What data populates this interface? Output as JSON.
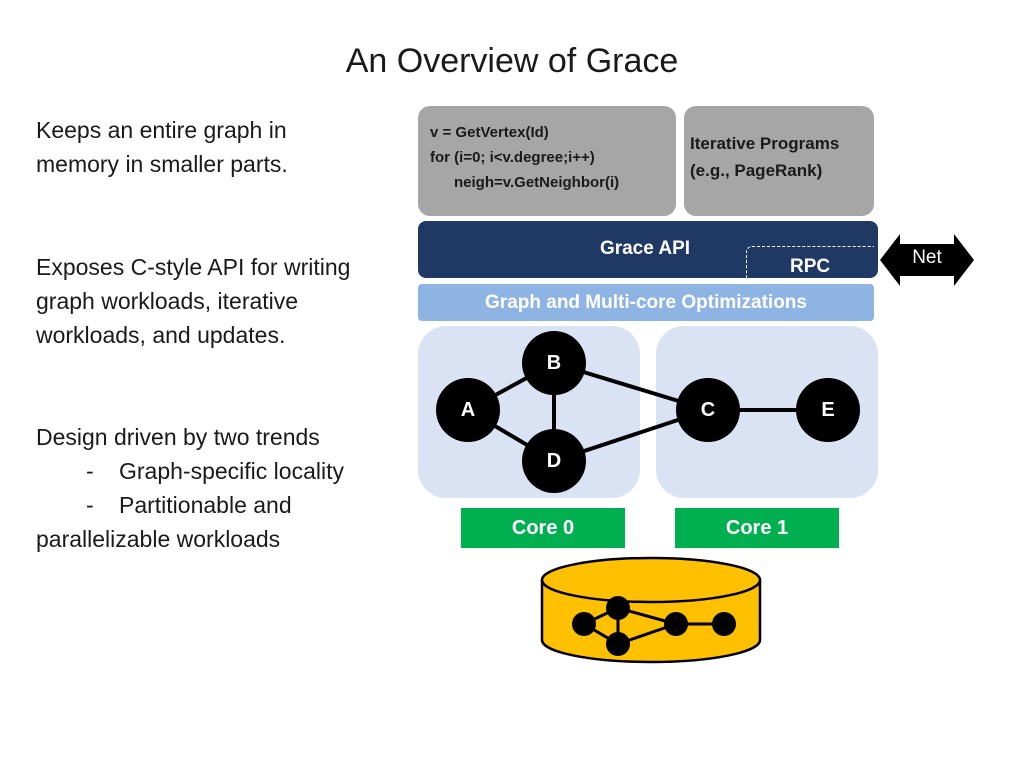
{
  "title": "An Overview of Grace",
  "left_text": {
    "block1": [
      "Keeps an entire graph in",
      "memory in smaller parts."
    ],
    "block2": [
      "Exposes C-style API for writing",
      "graph workloads, iterative",
      "workloads, and updates."
    ],
    "block3": {
      "heading": "Design driven by two trends",
      "bullets": [
        {
          "dash": "-",
          "text": "Graph-specific locality"
        },
        {
          "dash": "-",
          "text": "Partitionable and",
          "continuation": "parallelizable workloads"
        }
      ]
    }
  },
  "code_box": {
    "lines": [
      "v = GetVertex(Id)",
      "for (i=0; i<v.degree;i++)",
      "neigh=v.GetNeighbor(i)"
    ]
  },
  "iterative_box": {
    "lines": [
      "Iterative Programs",
      "(e.g., PageRank)"
    ]
  },
  "grace_api": {
    "label": "Grace API",
    "rpc_label": "RPC"
  },
  "net": {
    "label": "Net"
  },
  "optimizations": {
    "label": "Graph and Multi-core Optimizations"
  },
  "graph": {
    "nodes": [
      {
        "id": "B",
        "label": "B"
      },
      {
        "id": "A",
        "label": "A"
      },
      {
        "id": "D",
        "label": "D"
      },
      {
        "id": "C",
        "label": "C"
      },
      {
        "id": "E",
        "label": "E"
      }
    ],
    "edges": [
      [
        "A",
        "B"
      ],
      [
        "A",
        "D"
      ],
      [
        "B",
        "D"
      ],
      [
        "B",
        "C"
      ],
      [
        "D",
        "C"
      ],
      [
        "C",
        "E"
      ]
    ]
  },
  "cores": {
    "core0": "Core 0",
    "core1": "Core 1"
  },
  "colors": {
    "code_box": "#a6a6a6",
    "grace_api": "#1f3864",
    "optimizations": "#8eb4e3",
    "partition": "#dae3f3",
    "core": "#00b050",
    "storage": "#ffc000",
    "node": "#000000"
  }
}
